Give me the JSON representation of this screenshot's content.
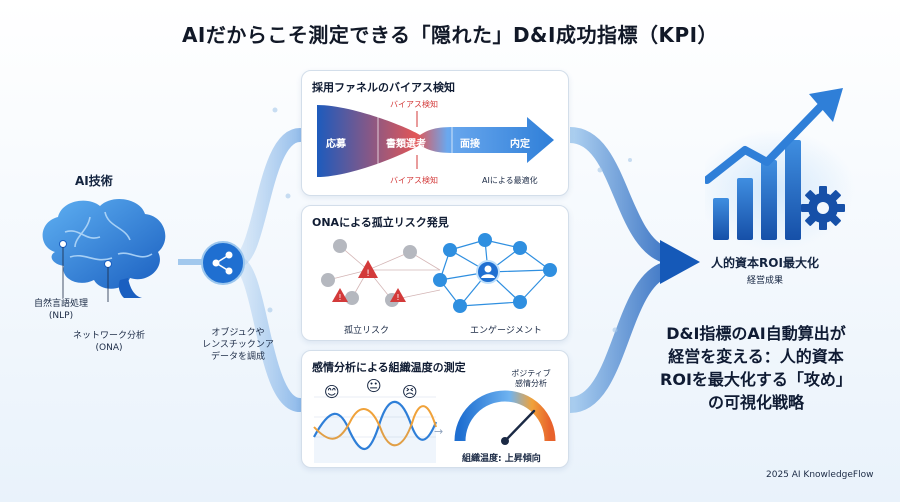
{
  "title": "AIだからこそ測定できる「隠れた」D&I成功指標（KPI）",
  "ai_tech": {
    "label": "AI技術",
    "nlp": "自然言語処理\n(NLP)",
    "ona": "ネットワーク分析\n(ONA)",
    "hub": "オブジュクや\nレンスチックンア\nデータを調成"
  },
  "panel_funnel": {
    "title": "採用ファネルのバイアス検知",
    "stages": [
      "応募",
      "書類選考",
      "面接",
      "内定"
    ],
    "bias_top": "バイアス検知",
    "bias_bottom": "バイアス検知",
    "optimize": "AIによる最適化"
  },
  "panel_ona": {
    "title": "ONAによる孤立リスク発見",
    "isolation": "孤立リスク",
    "engagement": "エンゲージメント"
  },
  "panel_sentiment": {
    "title": "感情分析による組織温度の測定",
    "positive": "ポジティブ\n感情分析",
    "temperature": "組織温度: 上昇傾向",
    "emotions": [
      "😊",
      "😐",
      "😣"
    ]
  },
  "kpi": {
    "title": "人的資本ROI最大化",
    "subtitle": "経営成果"
  },
  "headline": "D&I指標のAI自動算出が\n経営を変える：人的資本\nROIを最大化する「攻め」\nの可視化戦略",
  "footer": "2025 AI KnowledgeFlow",
  "colors": {
    "primary": "#1f6fd1",
    "light": "#4aa3f0",
    "alert": "#d33a3a",
    "gauge_hot": "#e8622c"
  }
}
